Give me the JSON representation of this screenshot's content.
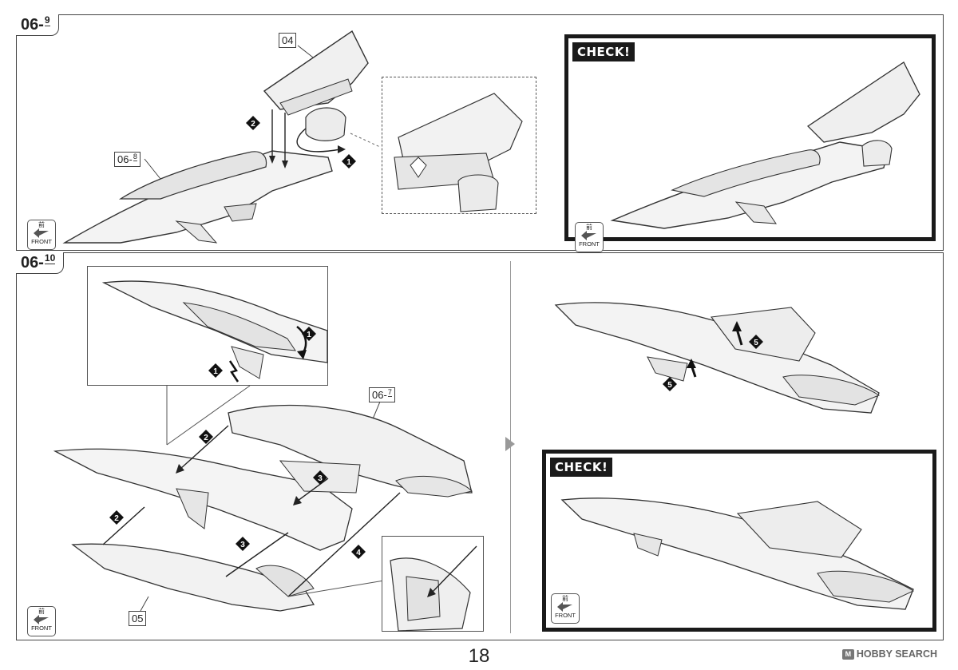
{
  "steps": {
    "step_a": {
      "main": "06",
      "sub": "9"
    },
    "step_b": {
      "main": "06",
      "sub": "10"
    }
  },
  "parts": {
    "p04": "04",
    "p06_8": {
      "main": "06",
      "sub": "8"
    },
    "p06_7": {
      "main": "06",
      "sub": "7"
    },
    "p05": "05"
  },
  "check_label": "CHECK!",
  "front_badge": {
    "jp": "前",
    "en": "FRONT"
  },
  "step_numbers": {
    "n1": "1",
    "n2": "2",
    "n3": "3",
    "n4": "4",
    "n5": "5"
  },
  "page_number": "18",
  "watermark": "HOBBY SEARCH",
  "watermark_logo": "M",
  "icons": [
    "front-arrow-icon",
    "step-number-icon",
    "dashed-arrow-icon"
  ]
}
